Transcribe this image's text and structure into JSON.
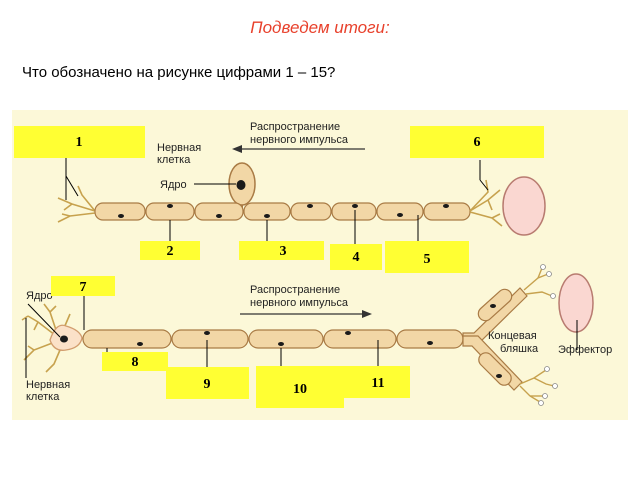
{
  "slide": {
    "title": "Подведем итоги:",
    "question": "Что обозначено на рисунке цифрами 1 – 15?"
  },
  "colors": {
    "panel": "#fcf8d8",
    "label_box": "#ffff33",
    "axon_fill": "#f2d7a6",
    "axon_stroke": "#a97b45",
    "effector_fill": "#fad7d1",
    "effector_stroke": "#b87b70",
    "nerve_cell_fill": "#fbe1c8",
    "dendrite": "#c7a24e",
    "nucleus": "#1a1a1a",
    "arrow": "#333333"
  },
  "labels": {
    "propagation_top": [
      "Распространение",
      "нервного импульса"
    ],
    "propagation_bottom": [
      "Распространение",
      "нервного импульса"
    ],
    "nerve_cell_top": [
      "Нервная",
      "клетка"
    ],
    "nucleus_top": "Ядро",
    "nucleus_bottom": "Ядро",
    "nerve_cell_bottom": [
      "Нервная",
      "клетка"
    ],
    "end_plate": [
      "Концевая",
      "бляшка"
    ],
    "effector": "Эффектор"
  },
  "numbers": {
    "n1": "1",
    "n2": "2",
    "n3": "3",
    "n4": "4",
    "n5": "5",
    "n6": "6",
    "n7": "7",
    "n8": "8",
    "n9": "9",
    "n10": "10",
    "n11": "11"
  }
}
